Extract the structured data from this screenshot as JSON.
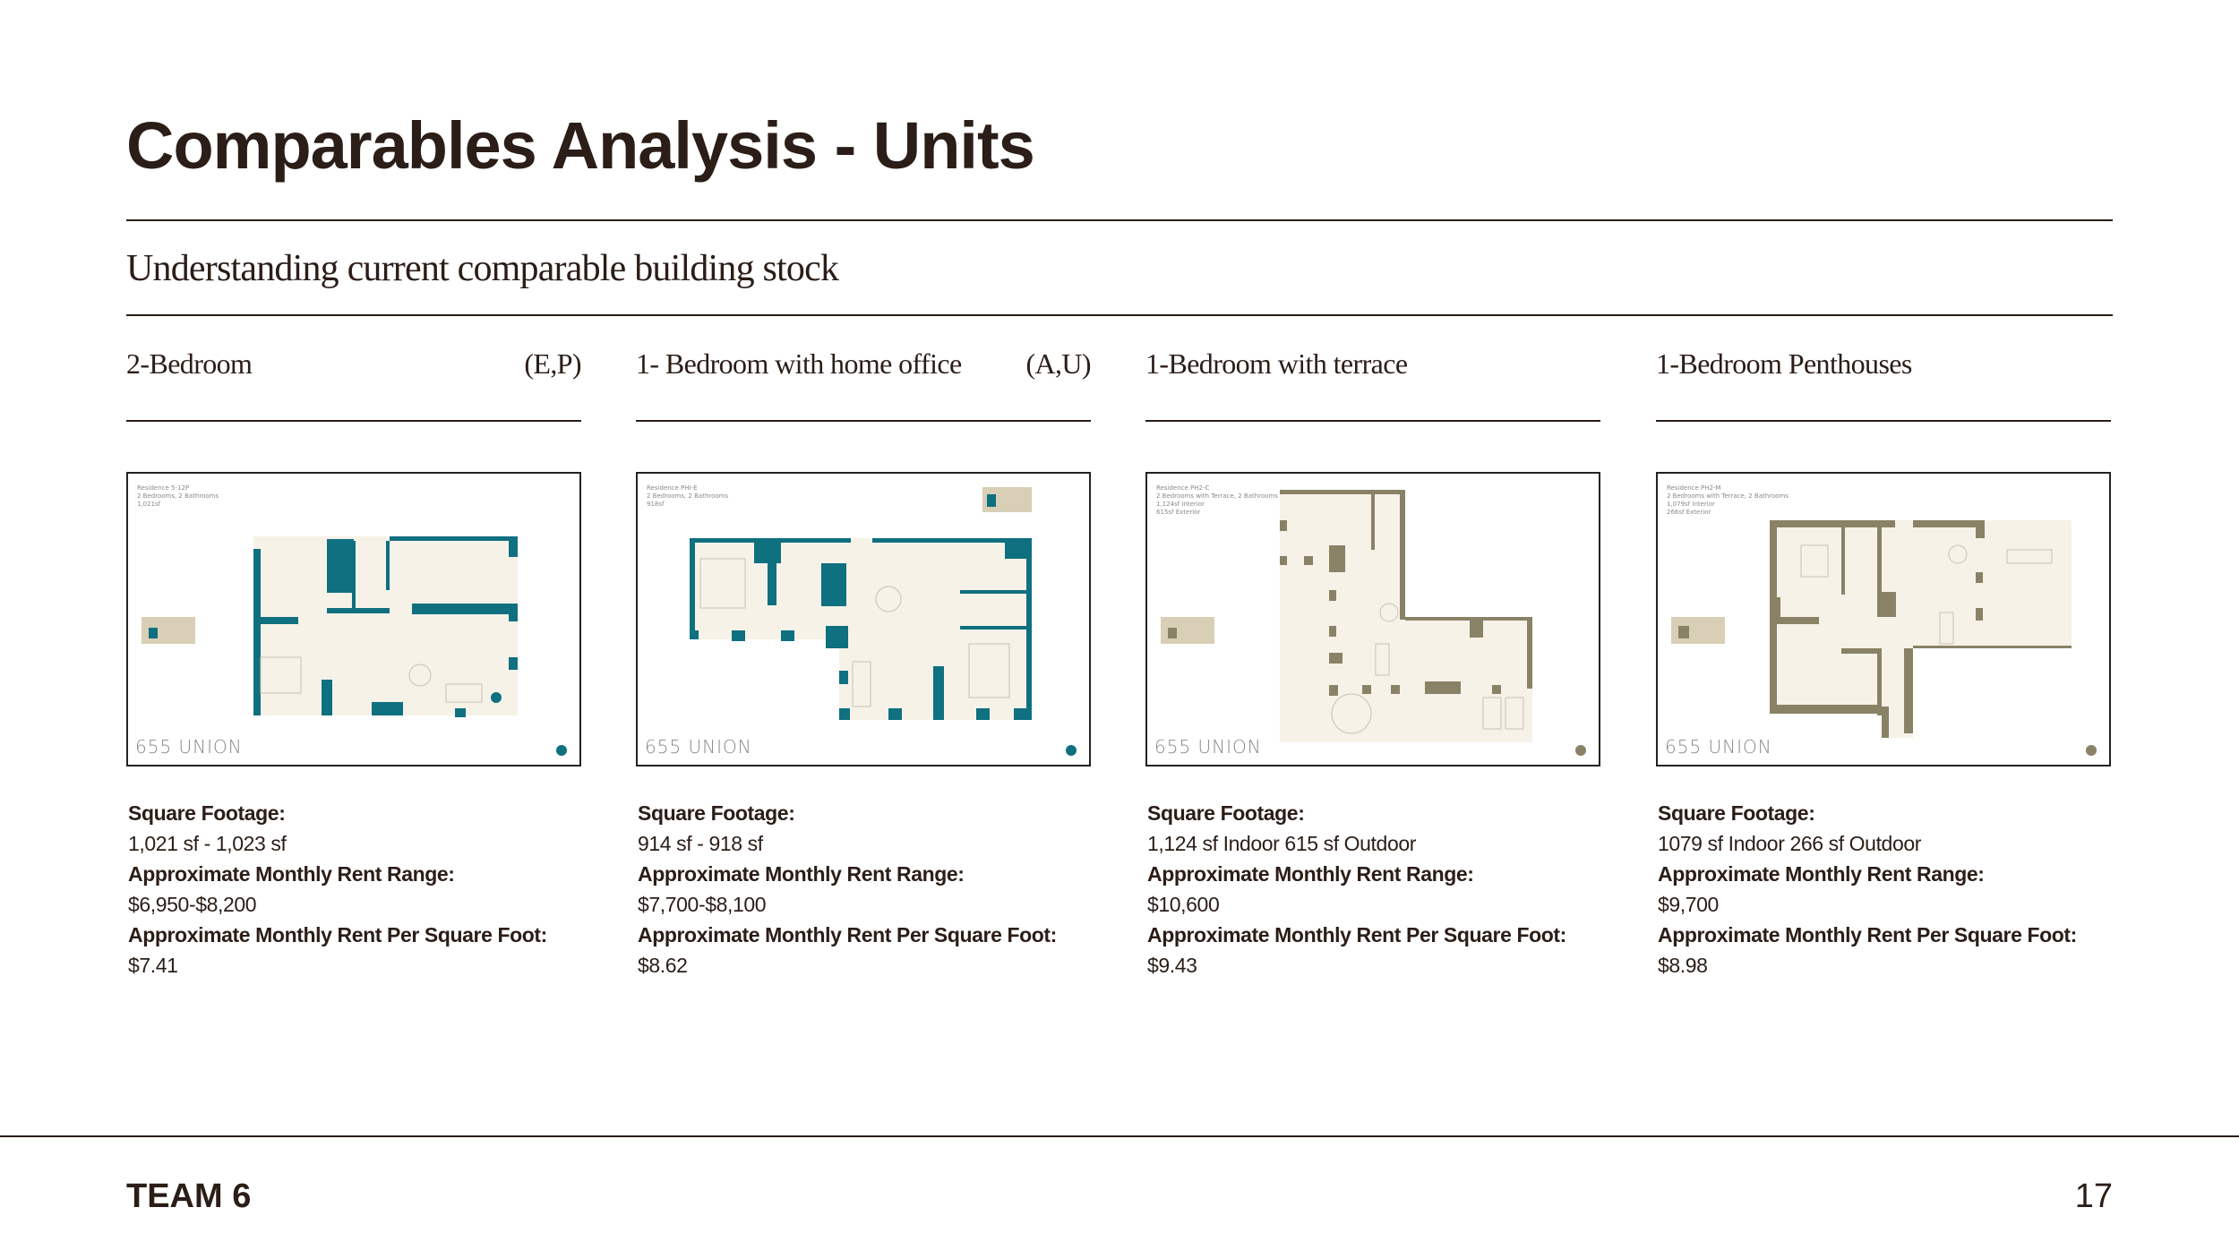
{
  "header": {
    "title": "Comparables Analysis - Units",
    "subtitle": "Understanding current comparable building stock"
  },
  "colors": {
    "text": "#2b1d17",
    "teal": "#0f7080",
    "olive": "#8a8266",
    "floor": "#f6f2e8"
  },
  "labels": {
    "square_footage": "Square Footage:",
    "rent_range": "Approximate Monthly Rent Range:",
    "rent_psf": "Approximate Monthly Rent Per Square Foot:"
  },
  "columns": [
    {
      "heading": "2-Bedroom",
      "tag": "(E,P)",
      "plan": {
        "residence": "Residence 5-12P",
        "rooms": "2 Bedrooms, 2 Bathrooms",
        "area": "1,021sf",
        "brand": "655 UNION",
        "accent": "teal"
      },
      "square_footage": "1,021 sf - 1,023 sf",
      "rent_range": "$6,950-$8,200",
      "rent_psf": "$7.41"
    },
    {
      "heading": "1- Bedroom with home office",
      "tag": "(A,U)",
      "plan": {
        "residence": "Residence PHI-E",
        "rooms": "2 Bedrooms, 2 Bathrooms",
        "area": "918sf",
        "brand": "655 UNION",
        "accent": "teal"
      },
      "square_footage": "914 sf - 918 sf",
      "rent_range": "$7,700-$8,100",
      "rent_psf": "$8.62"
    },
    {
      "heading": "1-Bedroom with terrace",
      "tag": "",
      "plan": {
        "residence": "Residence PH2-C",
        "rooms": "2 Bedrooms with Terrace, 2 Bathrooms",
        "area": "1,124sf Interior",
        "area2": "615sf Exterior",
        "brand": "655 UNION",
        "accent": "olive"
      },
      "square_footage": "1,124 sf Indoor 615 sf Outdoor",
      "rent_range": "$10,600",
      "rent_psf": "$9.43"
    },
    {
      "heading": "1-Bedroom Penthouses",
      "tag": "",
      "plan": {
        "residence": "Residence PH2-M",
        "rooms": "2 Bedrooms with Terrace, 2 Bathrooms",
        "area": "1,079sf Interior",
        "area2": "266sf Exterior",
        "brand": "655 UNION",
        "accent": "olive"
      },
      "square_footage": "1079 sf Indoor 266 sf Outdoor",
      "rent_range": "$9,700",
      "rent_psf": "$8.98"
    }
  ],
  "footer": {
    "team": "TEAM 6",
    "page_number": "17"
  }
}
